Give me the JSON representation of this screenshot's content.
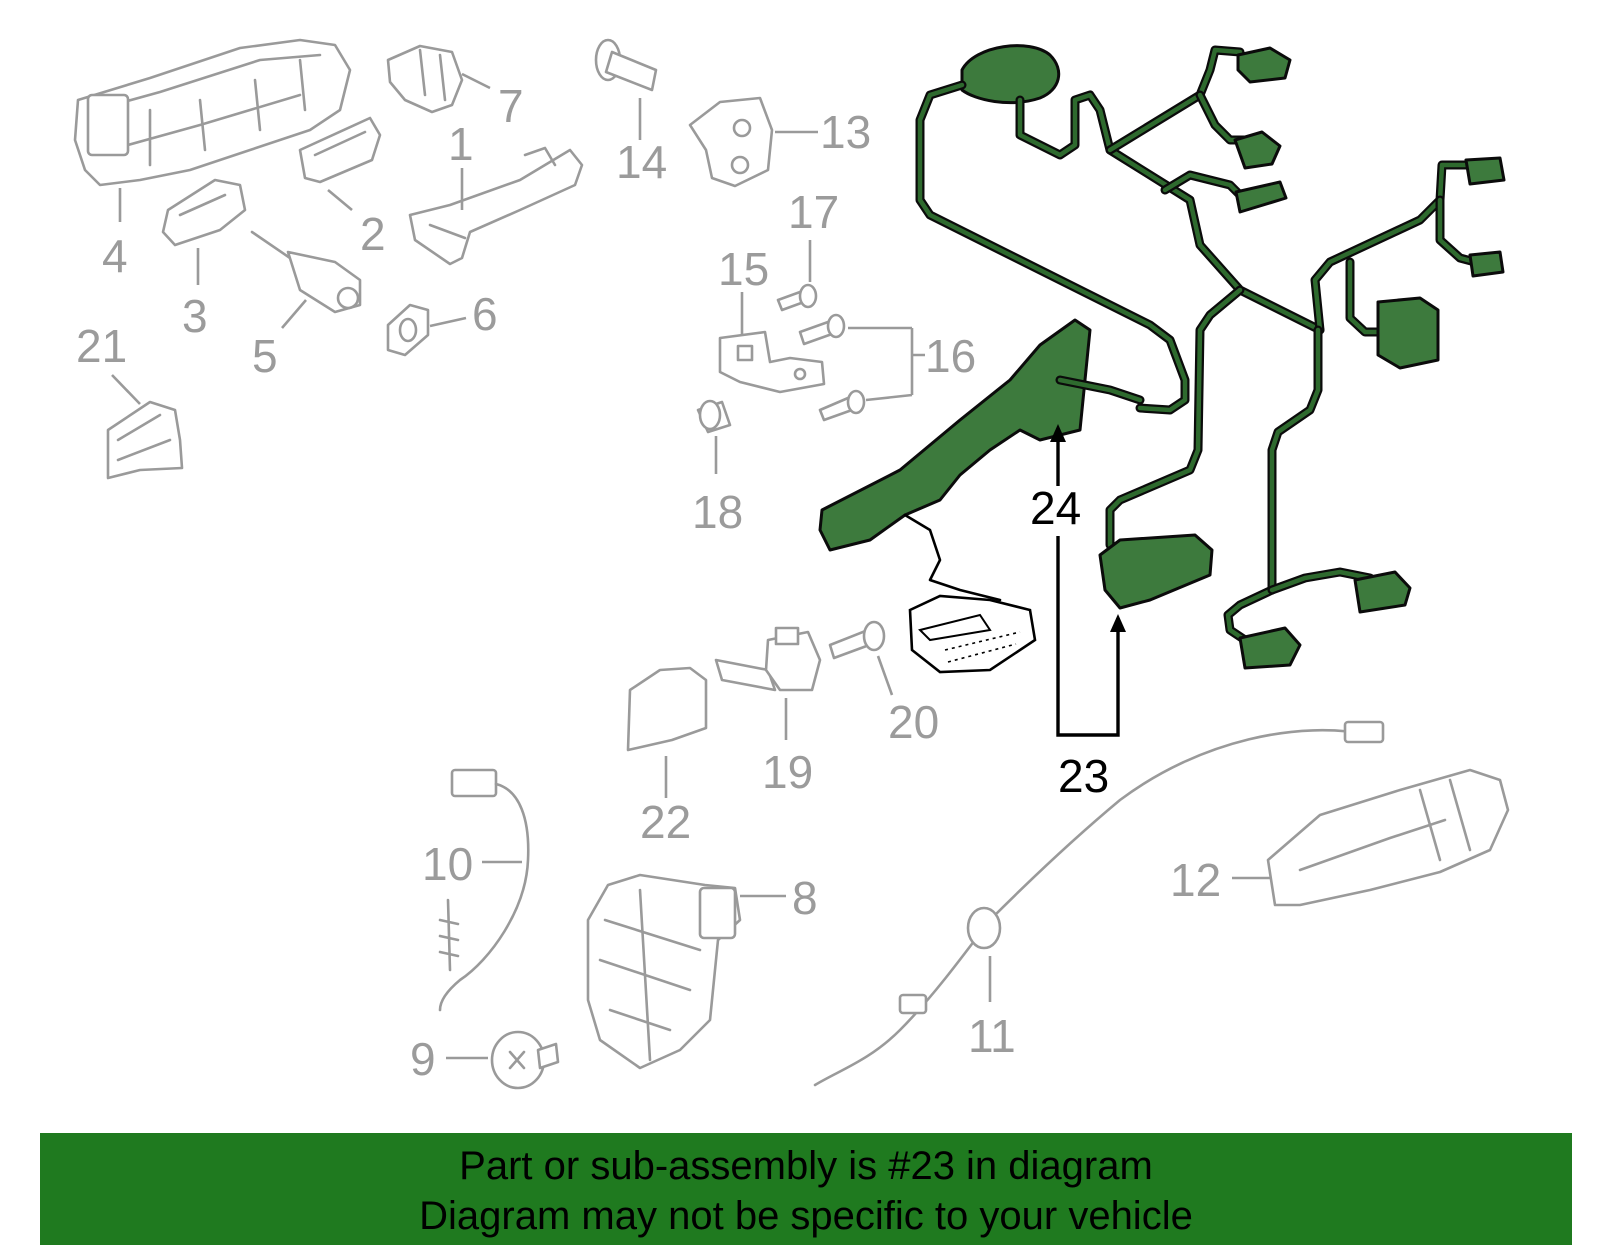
{
  "diagram": {
    "callouts": {
      "c1": "1",
      "c2": "2",
      "c3": "3",
      "c4": "4",
      "c5": "5",
      "c6": "6",
      "c7": "7",
      "c8": "8",
      "c9": "9",
      "c10": "10",
      "c11": "11",
      "c12": "12",
      "c13": "13",
      "c14": "14",
      "c15": "15",
      "c16": "16",
      "c17": "17",
      "c18": "18",
      "c19": "19",
      "c20": "20",
      "c21": "21",
      "c22": "22",
      "c23": "23",
      "c24": "24"
    },
    "highlight_color": "#2e6a2e",
    "part_color": "#9a9a9a"
  },
  "footer": {
    "line1": "Part or sub-assembly is #23 in diagram",
    "line2": "Diagram may not be specific to your vehicle",
    "background": "#1f7a1f"
  }
}
